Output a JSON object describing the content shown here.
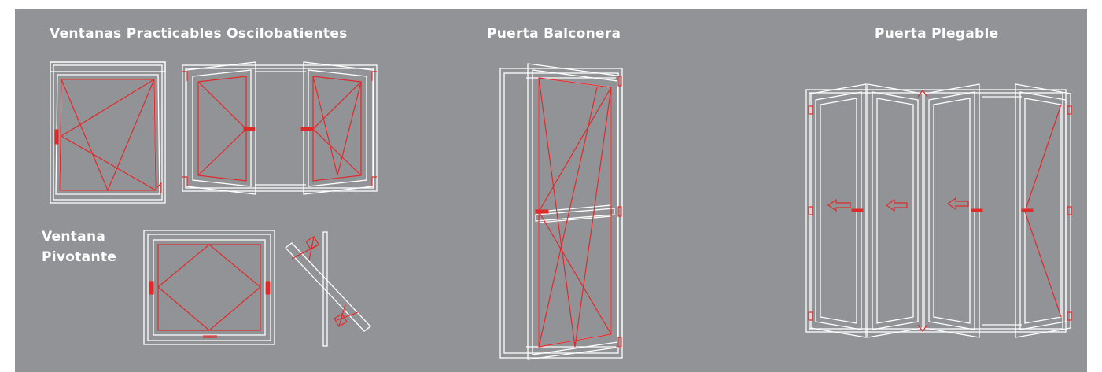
{
  "titles": {
    "casement": "Ventanas Practicables Oscilobatientes",
    "pivot_line1": "Ventana",
    "pivot_line2": "Pivotante",
    "balcony": "Puerta Balconera",
    "folding": "Puerta Plegable"
  },
  "colors": {
    "background": "#929397",
    "frame_lines": "#ffffff",
    "hardware_and_opening_lines": "#e02a2a"
  }
}
